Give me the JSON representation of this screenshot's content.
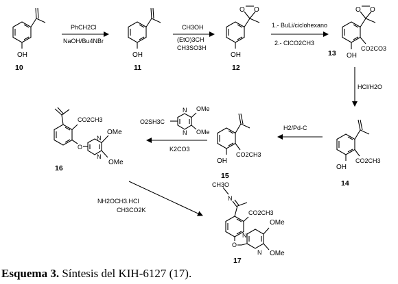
{
  "compounds": [
    {
      "id": "c10",
      "number": "10",
      "labels": [
        "OH"
      ]
    },
    {
      "id": "c11",
      "number": "11",
      "labels": [
        "OH"
      ]
    },
    {
      "id": "c12",
      "number": "12",
      "labels": [
        "O",
        "O",
        "OH"
      ]
    },
    {
      "id": "c13",
      "number": "13",
      "labels": [
        "O",
        "O",
        "OH",
        "CO2CO3"
      ]
    },
    {
      "id": "c14",
      "number": "14",
      "labels": [
        "OH",
        "CO2CH3"
      ]
    },
    {
      "id": "c15",
      "number": "15",
      "labels": [
        "OH",
        "CO2CH3"
      ]
    },
    {
      "id": "c16",
      "number": "16",
      "labels": [
        "CO2CH3",
        "N",
        "N",
        "O",
        "OMe",
        "OMe"
      ]
    },
    {
      "id": "c17",
      "number": "17",
      "labels": [
        "CH3O",
        "N",
        "CO2CH3",
        "N",
        "N",
        "O",
        "OMe",
        "OMe"
      ]
    }
  ],
  "reagents": {
    "r1": [
      "PhCH2Cl",
      "NaOH/Bu4NBr"
    ],
    "r2": [
      "CH3OH",
      "(EtO)3CH",
      "CH3SO3H"
    ],
    "r3": [
      "1.- BuLi/ciclohexano",
      "2.- ClCO2CH3"
    ],
    "r4": [
      "HCl/H2O"
    ],
    "r5": [
      "H2/Pd-C"
    ],
    "r6": [
      "O2SH3C",
      "OMe",
      "N",
      "N",
      "OMe",
      "K2CO3"
    ],
    "r7": [
      "NH2OCH3.HCl",
      "CH3CO2K"
    ]
  },
  "caption": {
    "bold": "Esquema 3.",
    "text": " Síntesis del KIH-6127 (17)."
  }
}
